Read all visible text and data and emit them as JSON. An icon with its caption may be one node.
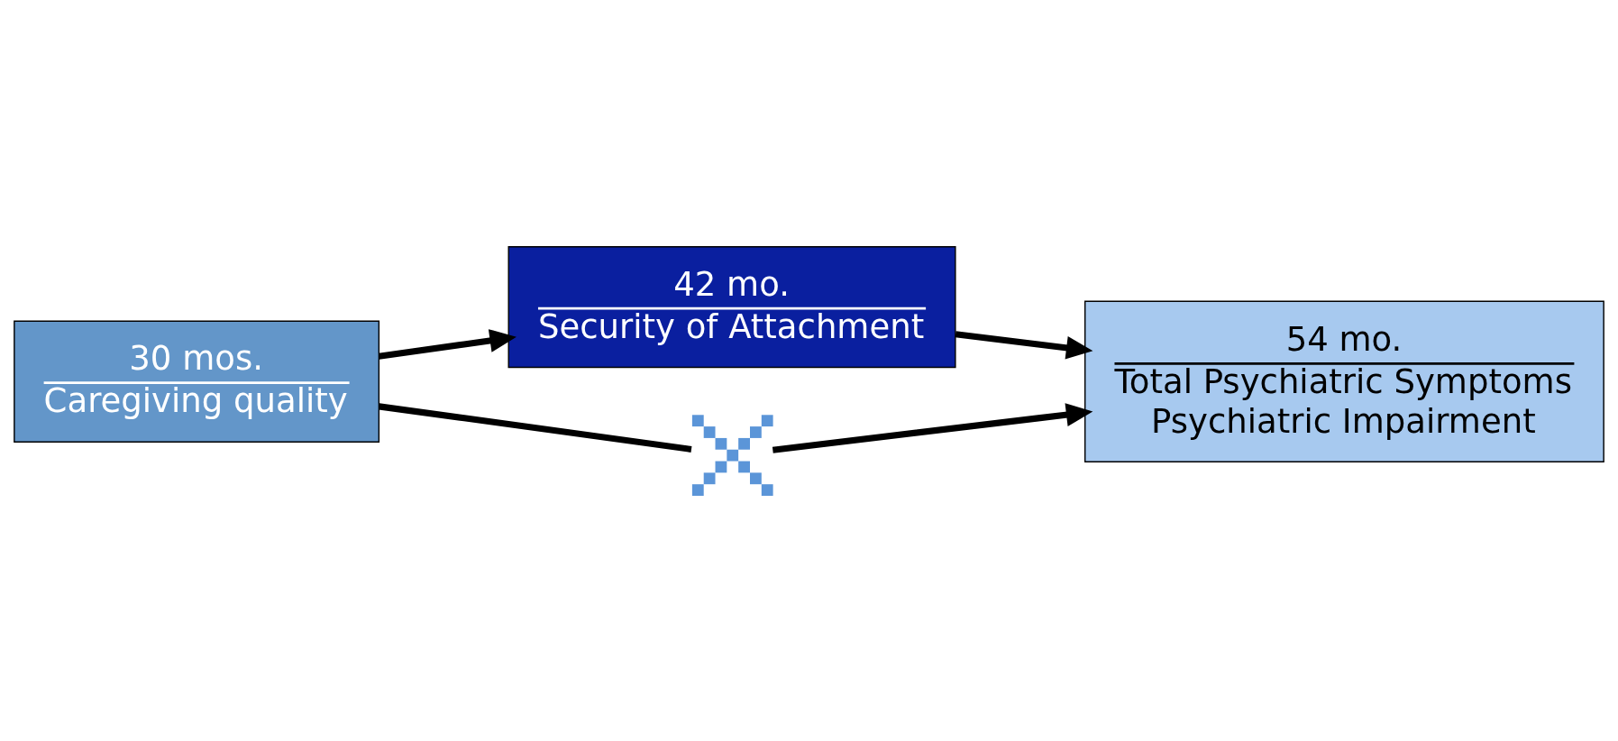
{
  "diagram": {
    "nodes": [
      {
        "text": [
          "30 mos.",
          "Caregiving quality"
        ]
      },
      {
        "text": [
          "42 mo.",
          "Security of Attachment"
        ]
      },
      {
        "text": [
          "54 mo.",
          "Total Psychiatric Symptoms",
          "Psychiatric Impairment"
        ]
      },
      {
        "text": [],
        "shape": "cross"
      }
    ],
    "edges": [
      {
        "from": 0,
        "to": 1,
        "arrow": "to"
      },
      {
        "from": 1,
        "to": 2,
        "arrow": "to"
      },
      {
        "from": 0,
        "to": 3,
        "arrow": "none"
      },
      {
        "from": 3,
        "to": 2,
        "arrow": "to"
      }
    ]
  }
}
